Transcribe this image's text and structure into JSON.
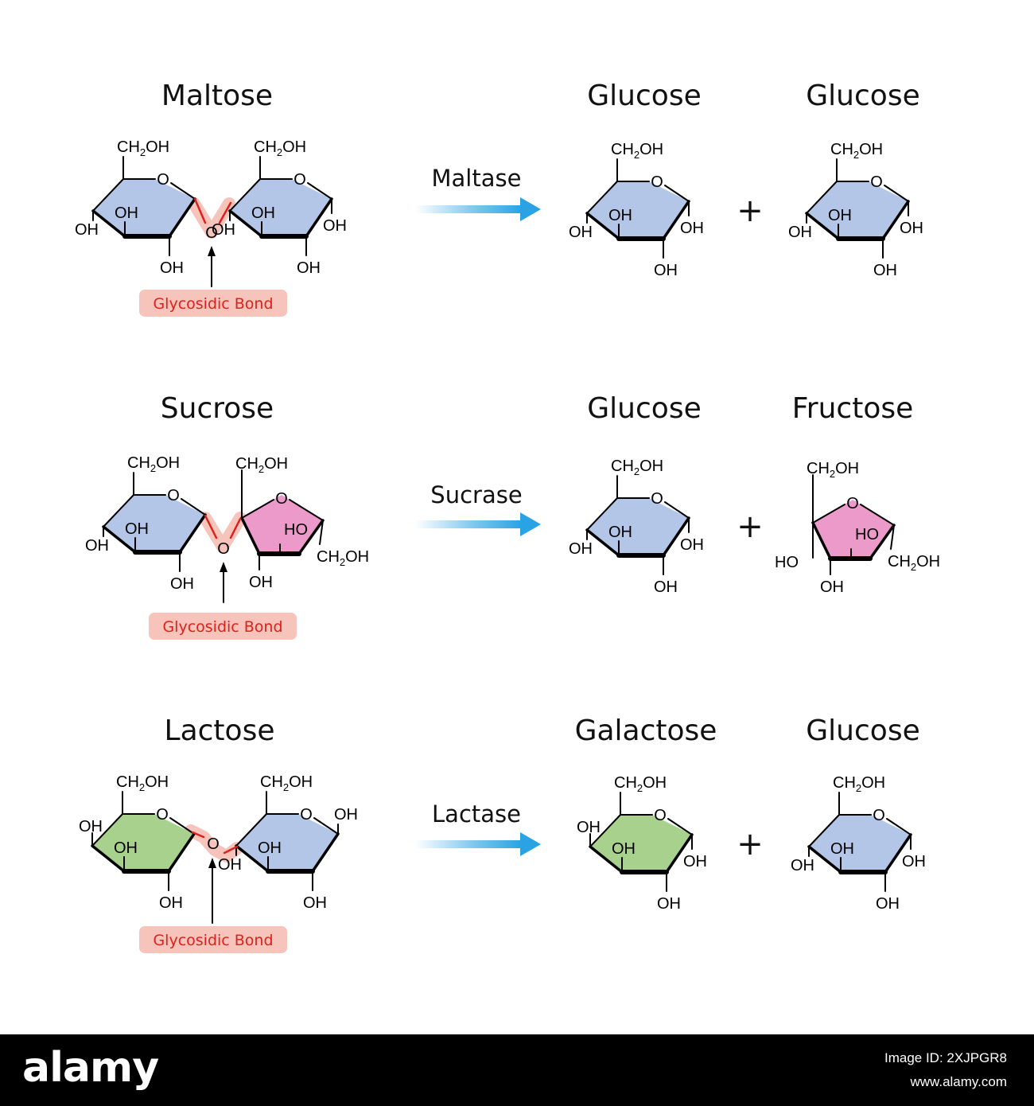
{
  "colors": {
    "glucose_ring": "#b4c6e7",
    "fructose_ring": "#ec9ac9",
    "galactose_ring": "#a9d18e",
    "bond_highlight": "#f7c4bc",
    "bond_text": "#e0201a",
    "arrow": "#29a3e3"
  },
  "rows": [
    {
      "substrate": "Maltose",
      "enzyme": "Maltase",
      "bond_label": "Glycosidic Bond",
      "product_1": "Glucose",
      "product_2": "Glucose",
      "plus": "+"
    },
    {
      "substrate": "Sucrose",
      "enzyme": "Sucrase",
      "bond_label": "Glycosidic Bond",
      "product_1": "Glucose",
      "product_2": "Fructose",
      "plus": "+"
    },
    {
      "substrate": "Lactose",
      "enzyme": "Lactase",
      "bond_label": "Glycosidic Bond",
      "product_1": "Galactose",
      "product_2": "Glucose",
      "plus": "+"
    }
  ],
  "chem": {
    "oh": "OH",
    "ho": "HO",
    "o": "O",
    "ch2oh_a": "CH",
    "ch2oh_sub": "2",
    "ch2oh_b": "OH"
  },
  "footer": {
    "logo": "alamy",
    "image_id": "Image ID: 2XJPGR8",
    "url": "www.alamy.com"
  }
}
